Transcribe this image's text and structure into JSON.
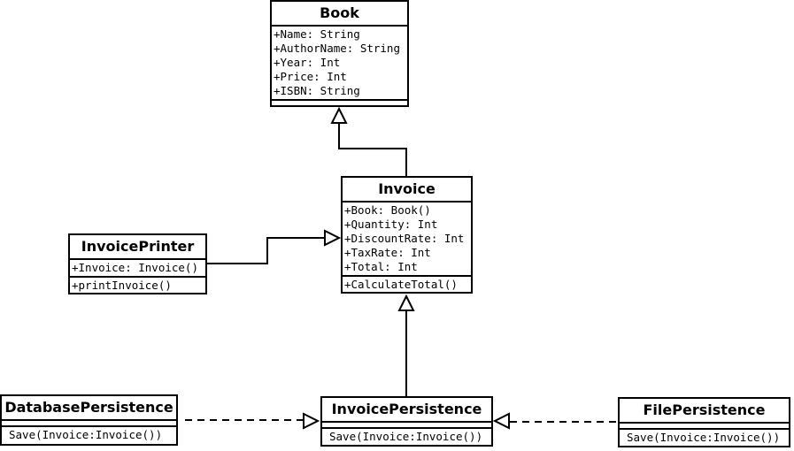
{
  "classes": {
    "book": {
      "name": "Book",
      "attributes": [
        "+Name: String",
        "+AuthorName: String",
        "+Year: Int",
        "+Price: Int",
        "+ISBN: String"
      ],
      "methods": []
    },
    "invoice": {
      "name": "Invoice",
      "attributes": [
        "+Book: Book()",
        "+Quantity: Int",
        "+DiscountRate: Int",
        "+TaxRate: Int",
        "+Total: Int"
      ],
      "methods": [
        "+CalculateTotal()"
      ]
    },
    "invoice_printer": {
      "name": "InvoicePrinter",
      "attributes": [
        "+Invoice: Invoice()"
      ],
      "methods": [
        "+printInvoice()"
      ]
    },
    "database_persistence": {
      "name": "DatabasePersistence",
      "attributes": [],
      "methods": [
        "Save(Invoice:Invoice())"
      ]
    },
    "invoice_persistence": {
      "name": "InvoicePersistence",
      "attributes": [],
      "methods": [
        "Save(Invoice:Invoice())"
      ]
    },
    "file_persistence": {
      "name": "FilePersistence",
      "attributes": [],
      "methods": [
        "Save(Invoice:Invoice())"
      ]
    }
  },
  "relationships": [
    {
      "from": "Invoice",
      "to": "Book",
      "type": "generalization"
    },
    {
      "from": "InvoicePrinter",
      "to": "Invoice",
      "type": "generalization"
    },
    {
      "from": "InvoicePersistence",
      "to": "Invoice",
      "type": "generalization"
    },
    {
      "from": "DatabasePersistence",
      "to": "InvoicePersistence",
      "type": "realization"
    },
    {
      "from": "FilePersistence",
      "to": "InvoicePersistence",
      "type": "realization"
    }
  ]
}
